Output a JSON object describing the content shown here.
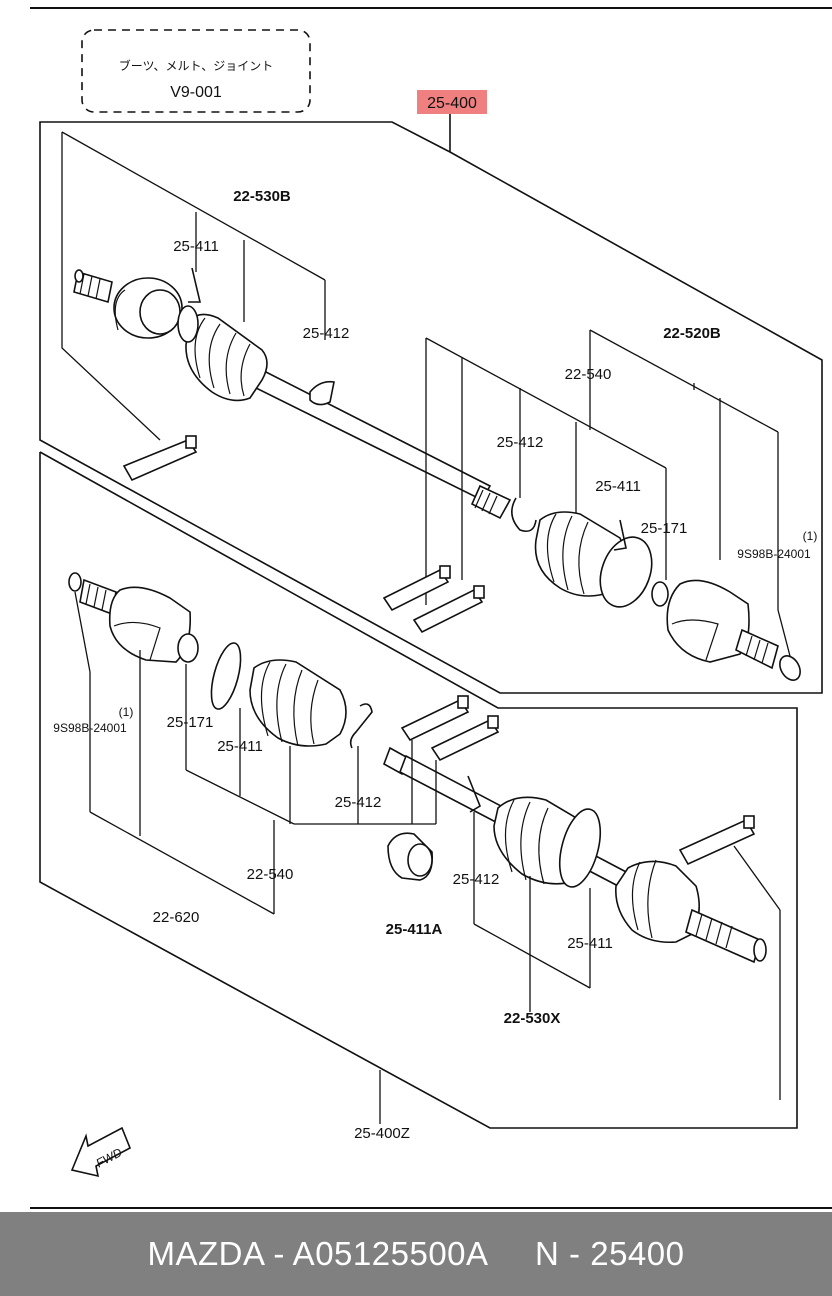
{
  "header_box": {
    "japanese": "ブーツ、メルト、ジョイント",
    "code": "V9-001"
  },
  "highlighted_part": {
    "label": "25-400",
    "color": "#f08080"
  },
  "labels": {
    "upper_assembly": "22-530B",
    "upper_boot_band_small": "25-411",
    "upper_boot_band_large": "25-412",
    "upper_inner_kit": "22-520B",
    "upper_repair_kit": "22-540",
    "upper_inner_band": "25-412",
    "upper_inner_clip": "25-411",
    "upper_snap_ring": "25-171",
    "upper_clip_ring_code": "9S98B-24001",
    "upper_clip_ring_qty": "(1)",
    "lower_clip_ring_qty": "(1)",
    "lower_clip_ring_code": "9S98B-24001",
    "lower_snap_ring": "25-171",
    "lower_boot_band_small": "25-411",
    "lower_boot_band_large": "25-412",
    "lower_repair_kit": "22-540",
    "lower_inner_assembly": "22-620",
    "damper": "25-411A",
    "lower_outer_band": "25-412",
    "lower_outer_clip": "25-411",
    "lower_outer_assembly": "22-530X",
    "lower_assembly": "25-400Z",
    "fwd_marker": "FWD"
  },
  "footer": {
    "text": "MAZDA - A05125500A     N - 25400",
    "background": "#808080",
    "text_color": "#ffffff"
  }
}
